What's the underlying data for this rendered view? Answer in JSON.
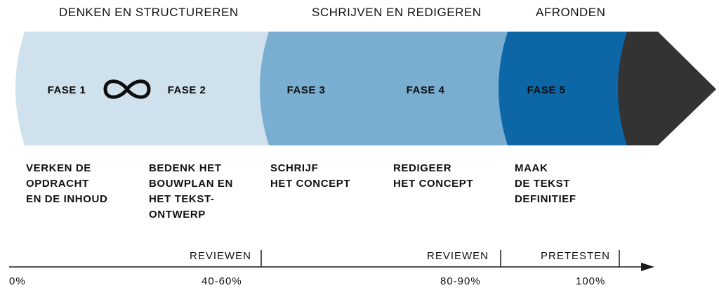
{
  "groups": {
    "g1": "DENKEN EN STRUCTUREREN",
    "g2": "SCHRIJVEN EN REDIGEREN",
    "g3": "AFRONDEN"
  },
  "phases": [
    {
      "label": "FASE 1",
      "description": "VERKEN DE\nOPDRACHT\nEN DE INHOUD",
      "color": "#cfe1ec"
    },
    {
      "label": "FASE 2",
      "description": "BEDENK HET\nBOUWPLAN EN\nHET TEKST-\nONTWERP",
      "color": "#cfe1ec"
    },
    {
      "label": "FASE 3",
      "description": "SCHRIJF\nHET CONCEPT",
      "color": "#79aed1"
    },
    {
      "label": "FASE 4",
      "description": "REDIGEER\nHET CONCEPT",
      "color": "#79aed1"
    },
    {
      "label": "FASE 5",
      "description": "MAAK\nDE TEKST\nDEFINITIEF",
      "color": "#0d67a6"
    }
  ],
  "arrow_tip_color": "#333333",
  "loop_icon": "infinity-icon",
  "timeline": {
    "labels": [
      "REVIEWEN",
      "REVIEWEN",
      "PRETESTEN"
    ],
    "percentages": [
      "0%",
      "40-60%",
      "80-90%",
      "100%"
    ]
  }
}
